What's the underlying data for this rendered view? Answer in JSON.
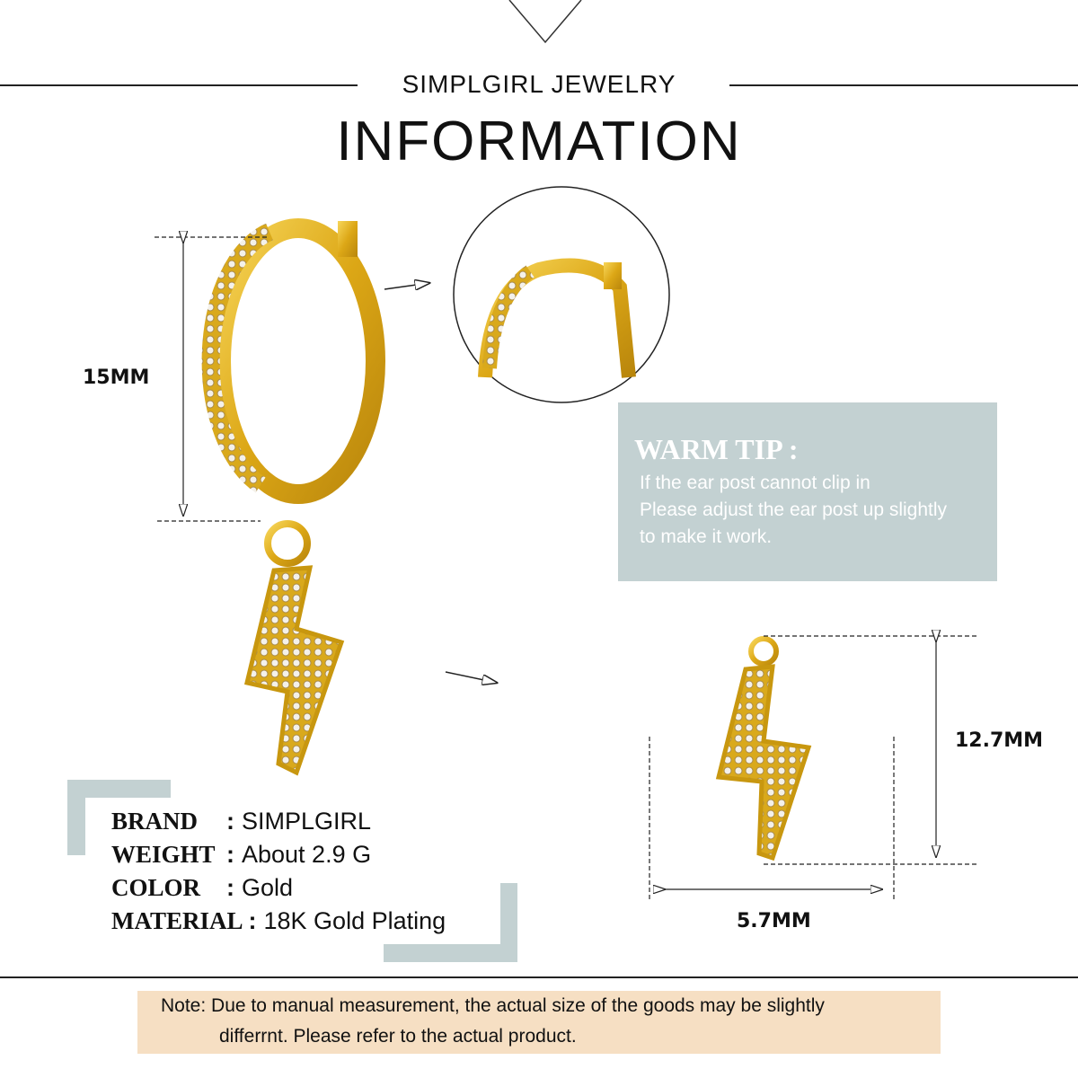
{
  "header": {
    "brand": "SIMPLGIRL JEWELRY",
    "title": "INFORMATION"
  },
  "dimensions": {
    "hoop_height": "15MM",
    "pendant_height": "12.7MM",
    "pendant_width": "5.7MM"
  },
  "warm_tip": {
    "title": "WARM TIP :",
    "lines": [
      "If the ear post cannot clip in",
      "Please adjust the ear post up slightly",
      "to make it work."
    ]
  },
  "specs": [
    {
      "label": "BRAND",
      "value": "SIMPLGIRL"
    },
    {
      "label": "WEIGHT",
      "value": "About 2.9 G"
    },
    {
      "label": "COLOR",
      "value": "Gold"
    },
    {
      "label": "MATERIAL",
      "value": "18K Gold Plating"
    }
  ],
  "colon": ":",
  "note": {
    "line1": "Note: Due to manual measurement, the actual size of the goods may be slightly",
    "line2": "differrnt. Please refer to the actual product."
  },
  "colors": {
    "accent": "#c3d1d2",
    "note_bg": "#f6dfc3",
    "gold": "#e2b21f"
  }
}
